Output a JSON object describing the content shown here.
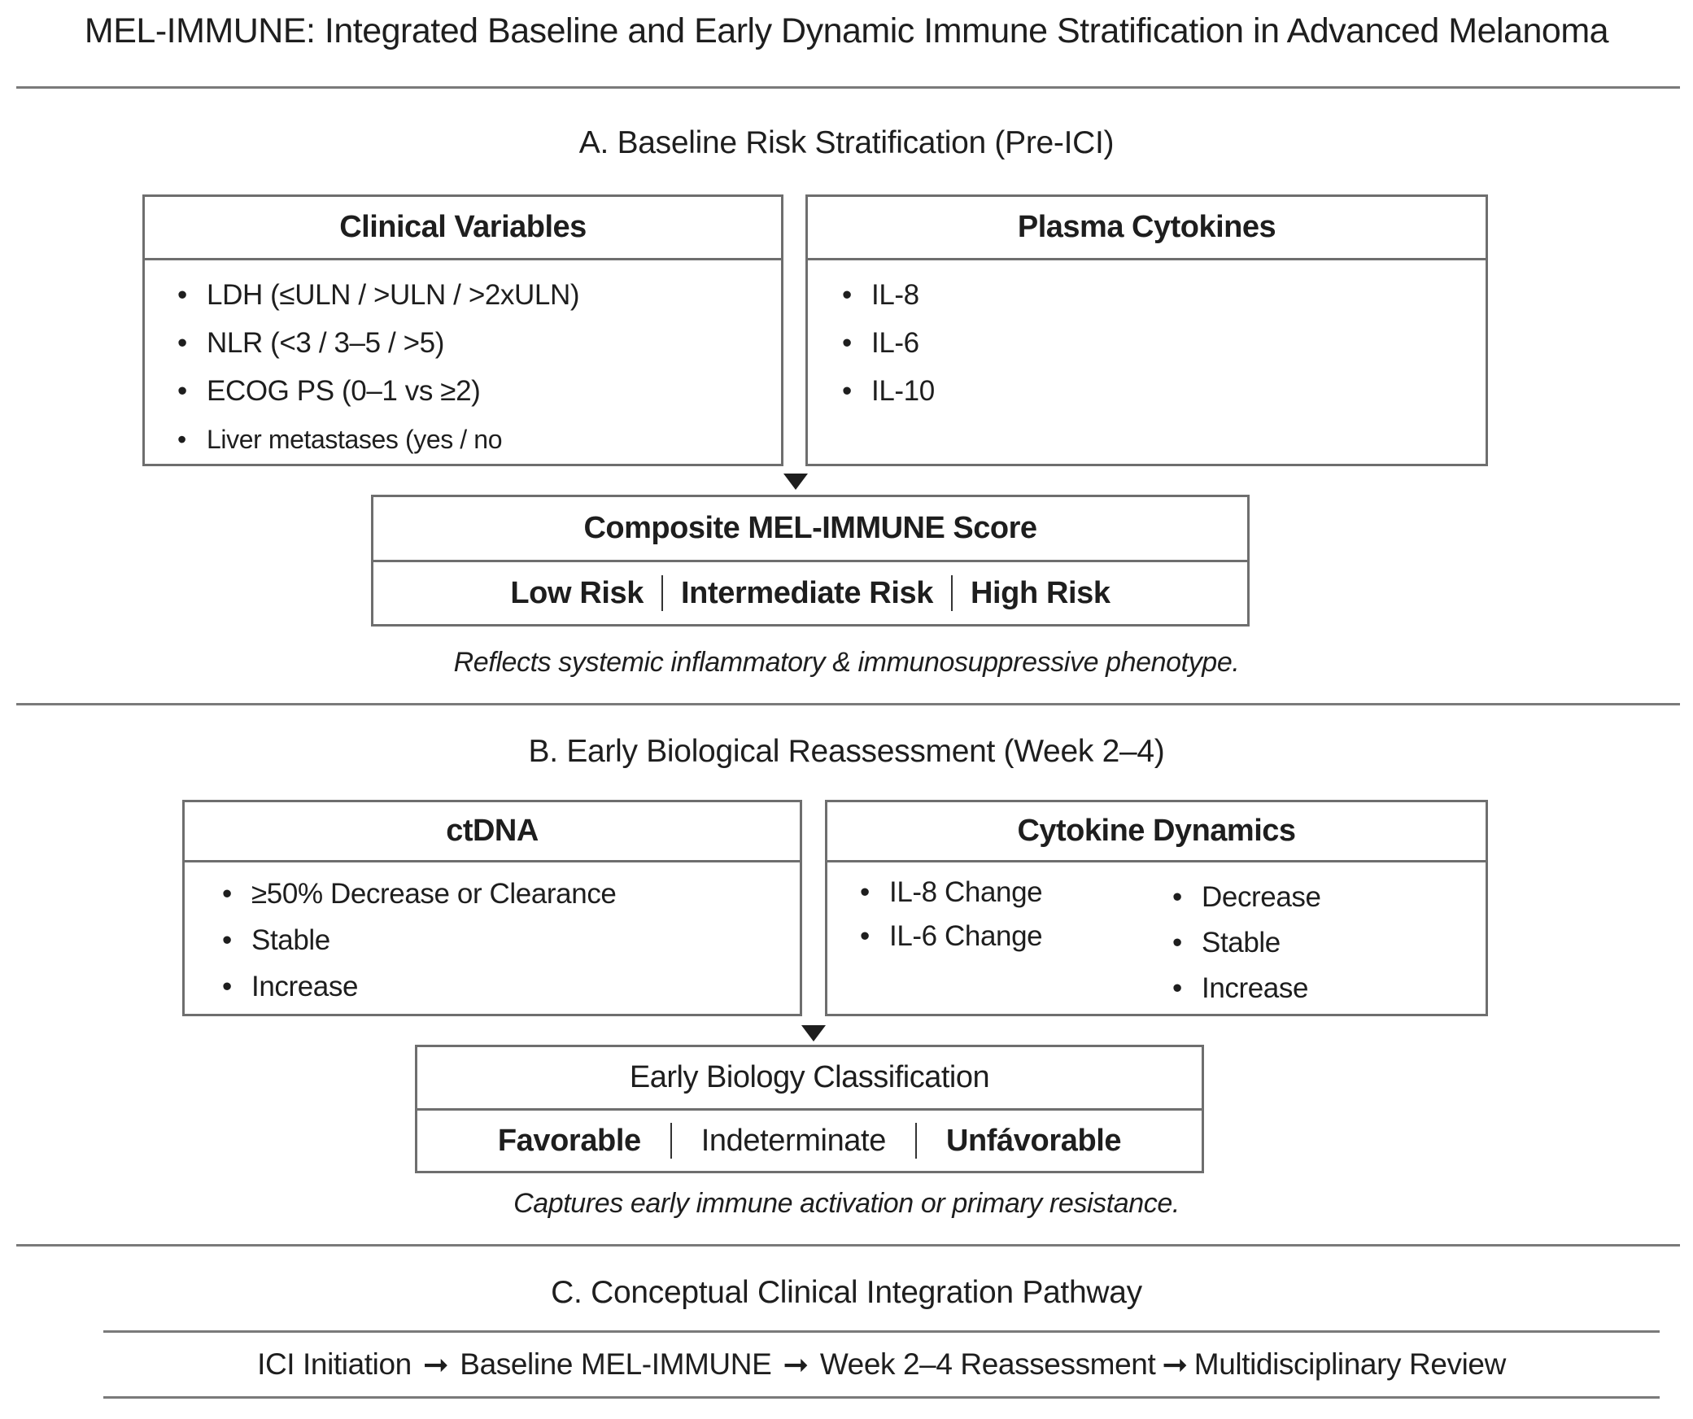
{
  "title": "MEL-IMMUNE: Integrated Baseline and Early Dynamic Immune Stratification in Advanced Melanoma",
  "section_a": {
    "heading": "A. Baseline Risk Stratification (Pre-ICI)",
    "clinical": {
      "header": "Clinical Variables",
      "items": [
        "LDH (≤ULN / >ULN / >2xULN)",
        "NLR (<3 / 3–5 / >5)",
        "ECOG PS (0–1 vs ≥2)",
        "Liver metastases (yes / no"
      ]
    },
    "cytokines": {
      "header": "Plasma Cytokines",
      "items": [
        "IL-8",
        "IL-6",
        "IL-10"
      ]
    },
    "score": {
      "header": "Composite MEL-IMMUNE Score",
      "outcomes": [
        "Low Risk",
        "Intermediate Risk",
        "High Risk"
      ]
    },
    "caption": "Reflects systemic inflammatory & immunosuppressive phenotype."
  },
  "section_b": {
    "heading": "B. Early Biological Reassessment (Week 2–4)",
    "ctdna": {
      "header": "ctDNA",
      "items": [
        "≥50% Decrease or Clearance",
        "Stable",
        "Increase"
      ]
    },
    "dynamics": {
      "header": "Cytokine Dynamics",
      "left_items": [
        "IL-8 Change",
        "IL-6 Change"
      ],
      "right_items": [
        "Decrease",
        "Stable",
        "Increase"
      ]
    },
    "classification": {
      "header": "Early Biology Classification",
      "outcomes": [
        "Favorable",
        "Indeterminate",
        "Unfávorable"
      ]
    },
    "caption": "Captures early immune activation or primary resistance."
  },
  "section_c": {
    "heading": "C. Conceptual Clinical Integration Pathway",
    "steps": [
      "ICI Initiation",
      "Baseline MEL-IMMUNE",
      "Week 2–4 Reassessment",
      "Multidisciplinary Review"
    ],
    "arrow_glyph": "➞"
  },
  "colors": {
    "text": "#1e1e1e",
    "border": "#6e6e6e",
    "rule": "#7a7a7a",
    "background": "#ffffff"
  }
}
